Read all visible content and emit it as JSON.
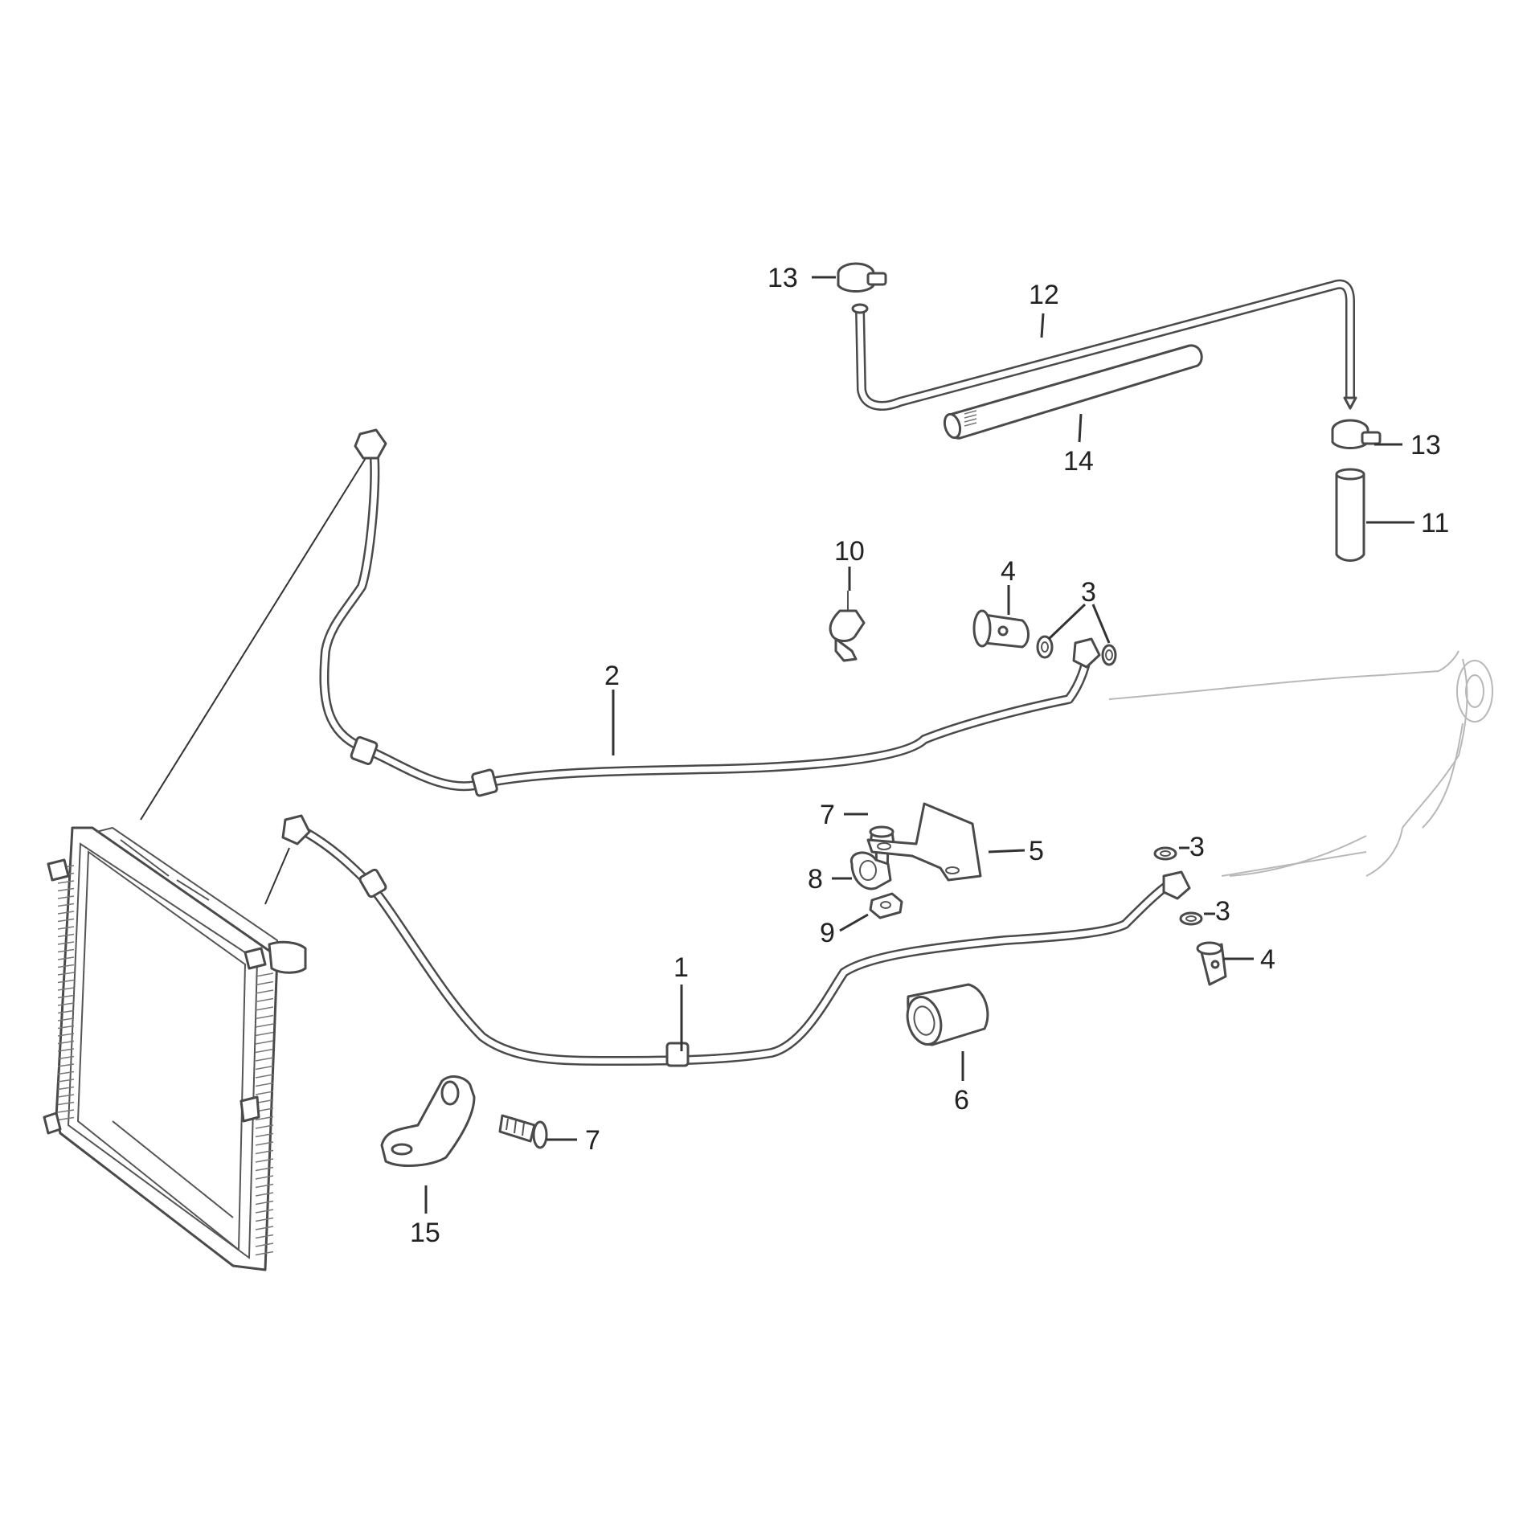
{
  "diagram": {
    "colors": {
      "line": "#4a4a4a",
      "label": "#222222",
      "ghost": "#b8b8b8",
      "background": "#ffffff"
    },
    "callouts": [
      {
        "id": "c1",
        "label": "1"
      },
      {
        "id": "c2",
        "label": "2"
      },
      {
        "id": "c3a",
        "label": "3"
      },
      {
        "id": "c3b",
        "label": "3"
      },
      {
        "id": "c3c",
        "label": "3"
      },
      {
        "id": "c4a",
        "label": "4"
      },
      {
        "id": "c4b",
        "label": "4"
      },
      {
        "id": "c5",
        "label": "5"
      },
      {
        "id": "c6",
        "label": "6"
      },
      {
        "id": "c7a",
        "label": "7"
      },
      {
        "id": "c7b",
        "label": "7"
      },
      {
        "id": "c8",
        "label": "8"
      },
      {
        "id": "c9",
        "label": "9"
      },
      {
        "id": "c10",
        "label": "10"
      },
      {
        "id": "c11",
        "label": "11"
      },
      {
        "id": "c12",
        "label": "12"
      },
      {
        "id": "c13a",
        "label": "13"
      },
      {
        "id": "c13b",
        "label": "13"
      },
      {
        "id": "c14",
        "label": "14"
      },
      {
        "id": "c15",
        "label": "15"
      }
    ]
  }
}
